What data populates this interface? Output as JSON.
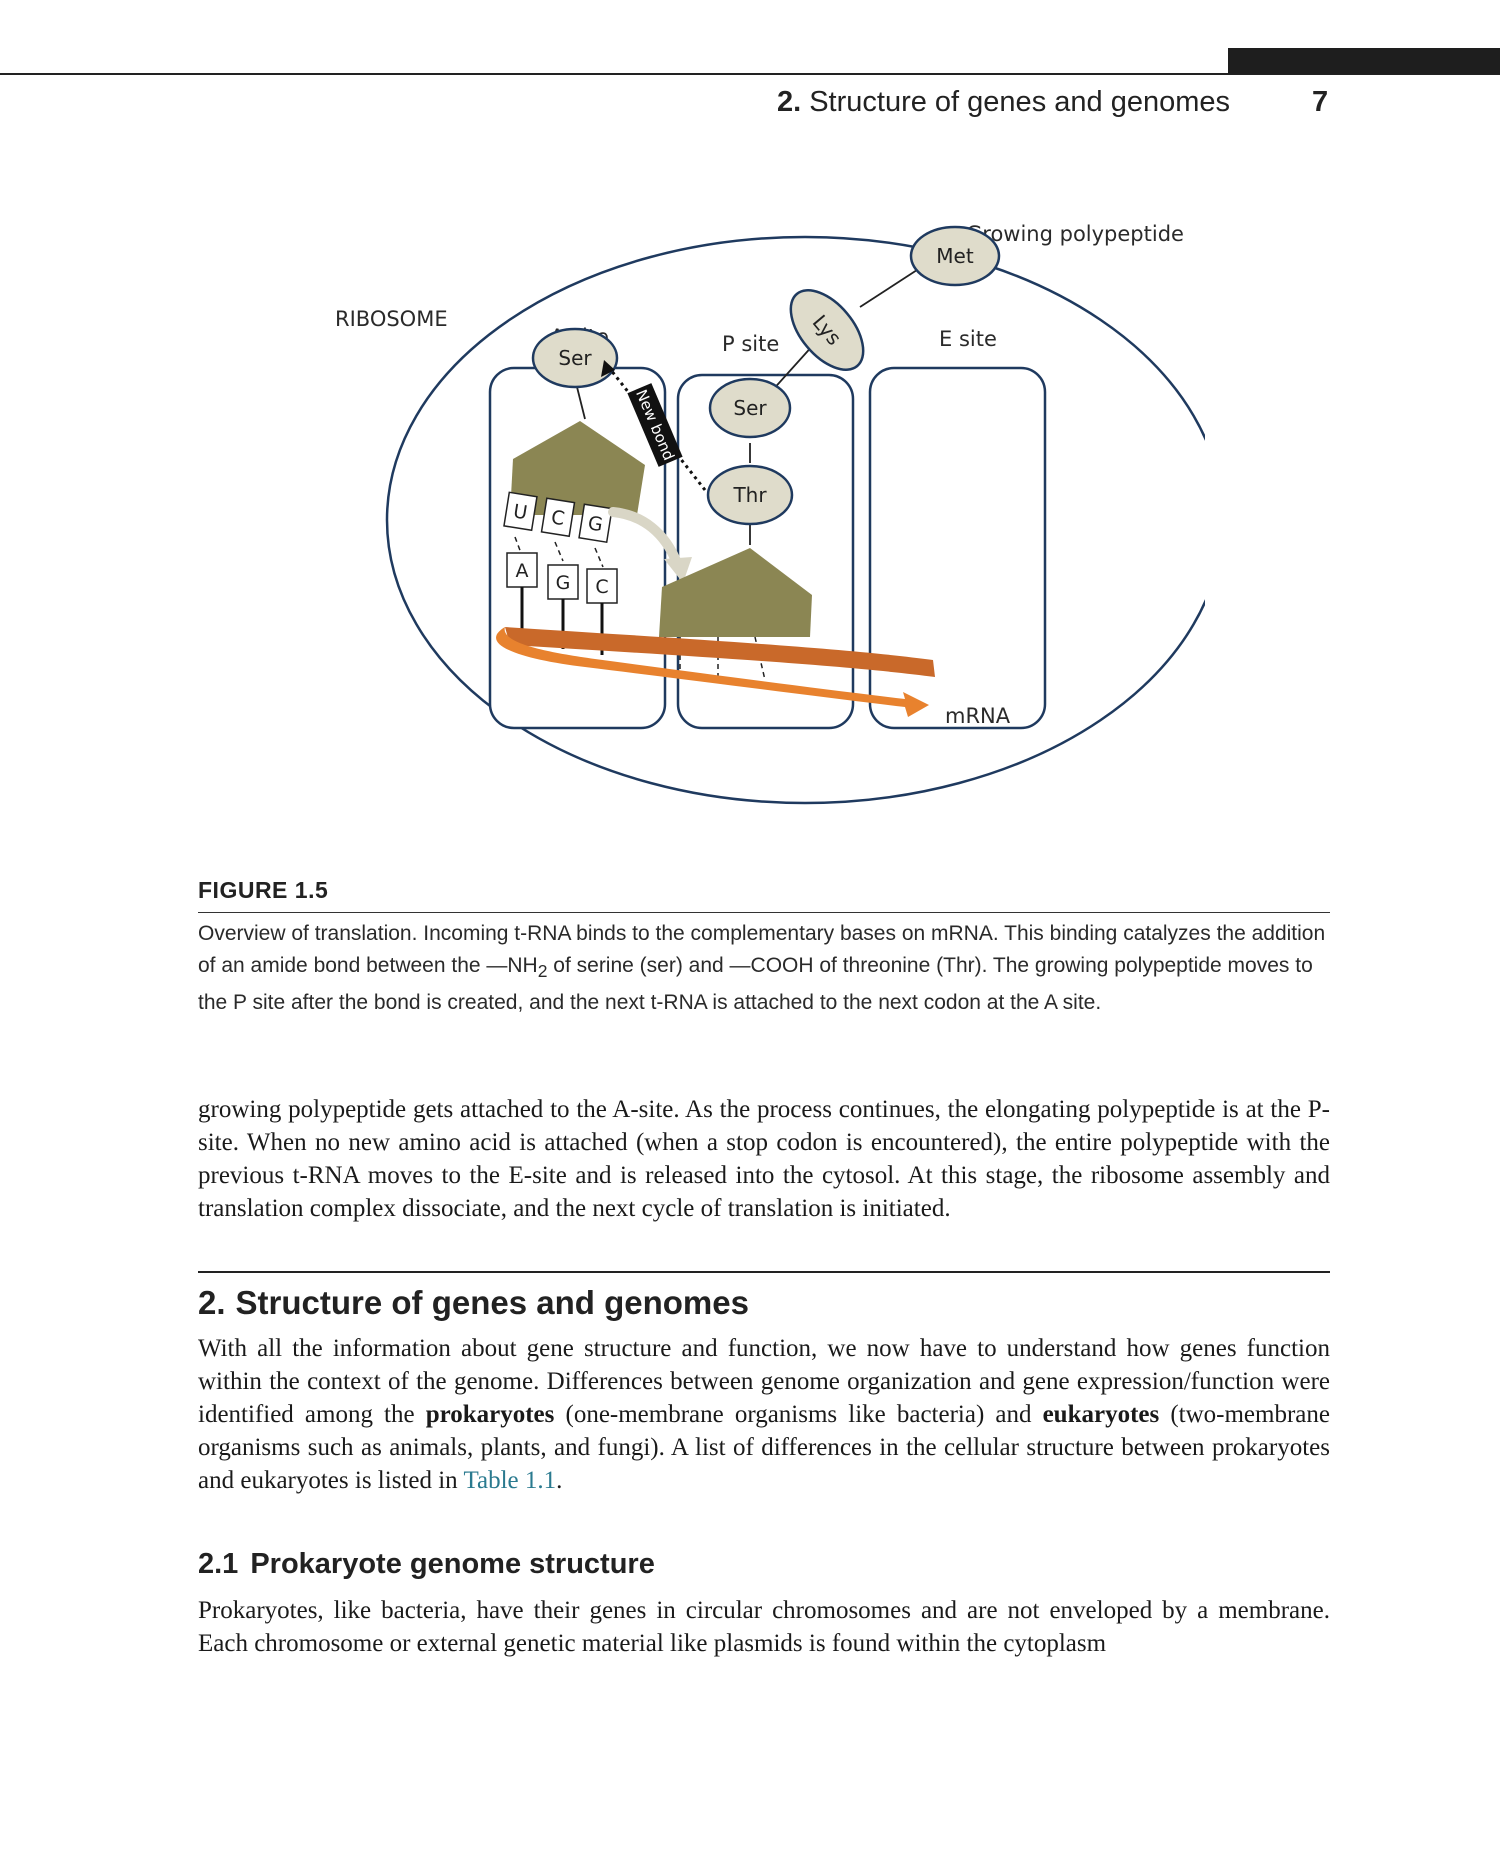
{
  "header": {
    "section_number": "2.",
    "section_title": "Structure of genes and genomes",
    "page_number": "7"
  },
  "figure": {
    "labels": {
      "growing_polypeptide": "Growing polypeptide",
      "ribosome": "RIBOSOME",
      "a_site": "A site",
      "p_site": "P site",
      "e_site": "E site",
      "mrna": "mRNA",
      "new_bond": "New bond"
    },
    "amino_acids": {
      "met": "Met",
      "lys": "Lys",
      "ser_p": "Ser",
      "thr": "Thr",
      "ser_a": "Ser"
    },
    "anticodon": [
      "U",
      "C",
      "G"
    ],
    "codon": [
      "A",
      "G",
      "C"
    ],
    "colors": {
      "ribosome_outline": "#1f3a5f",
      "amino_acid_fill": "#dfdccb",
      "trna_fill": "#8b8653",
      "mrna_orange": "#e8822e",
      "mrna_dark": "#c9692a"
    }
  },
  "figure_caption": {
    "label": "FIGURE 1.5",
    "text_before_sub": "Overview of translation. Incoming t-RNA binds to the complementary bases on mRNA. This binding catalyzes the addition of an amide bond between the —NH",
    "subscript": "2",
    "text_after_sub": " of serine (ser) and —COOH of threonine (Thr). The growing polypeptide moves to the P site after the bond is created, and the next t-RNA is attached to the next codon at the A site."
  },
  "paragraph_1": "growing polypeptide gets attached to the A-site. As the process continues, the elongating polypeptide is at the P-site. When no new amino acid is attached (when a stop codon is encountered), the entire polypeptide with the previous t-RNA moves to the E-site and is released into the cytosol. At this stage, the ribosome assembly and translation complex dissociate, and the next cycle of translation is initiated.",
  "section": {
    "number": "2.",
    "title": "Structure of genes and genomes"
  },
  "paragraph_2": {
    "t1": "With all the information about gene structure and function, we now have to understand how genes function within the context of the genome. Differences between genome organization and gene expression/function were identified among the ",
    "b1": "prokaryotes",
    "t2": " (one-membrane organisms like bacteria) and ",
    "b2": "eukaryotes",
    "t3": " (two-membrane organisms such as animals, plants, and fungi). A list of differences in the cellular structure between prokaryotes and eukaryotes is listed in ",
    "link": "Table 1.1",
    "t4": "."
  },
  "subsection": {
    "number": "2.1",
    "title": "Prokaryote genome structure"
  },
  "paragraph_3": "Prokaryotes, like bacteria, have their genes in circular chromosomes and are not enveloped by a membrane. Each chromosome or external genetic material like plasmids is found within the cytoplasm"
}
